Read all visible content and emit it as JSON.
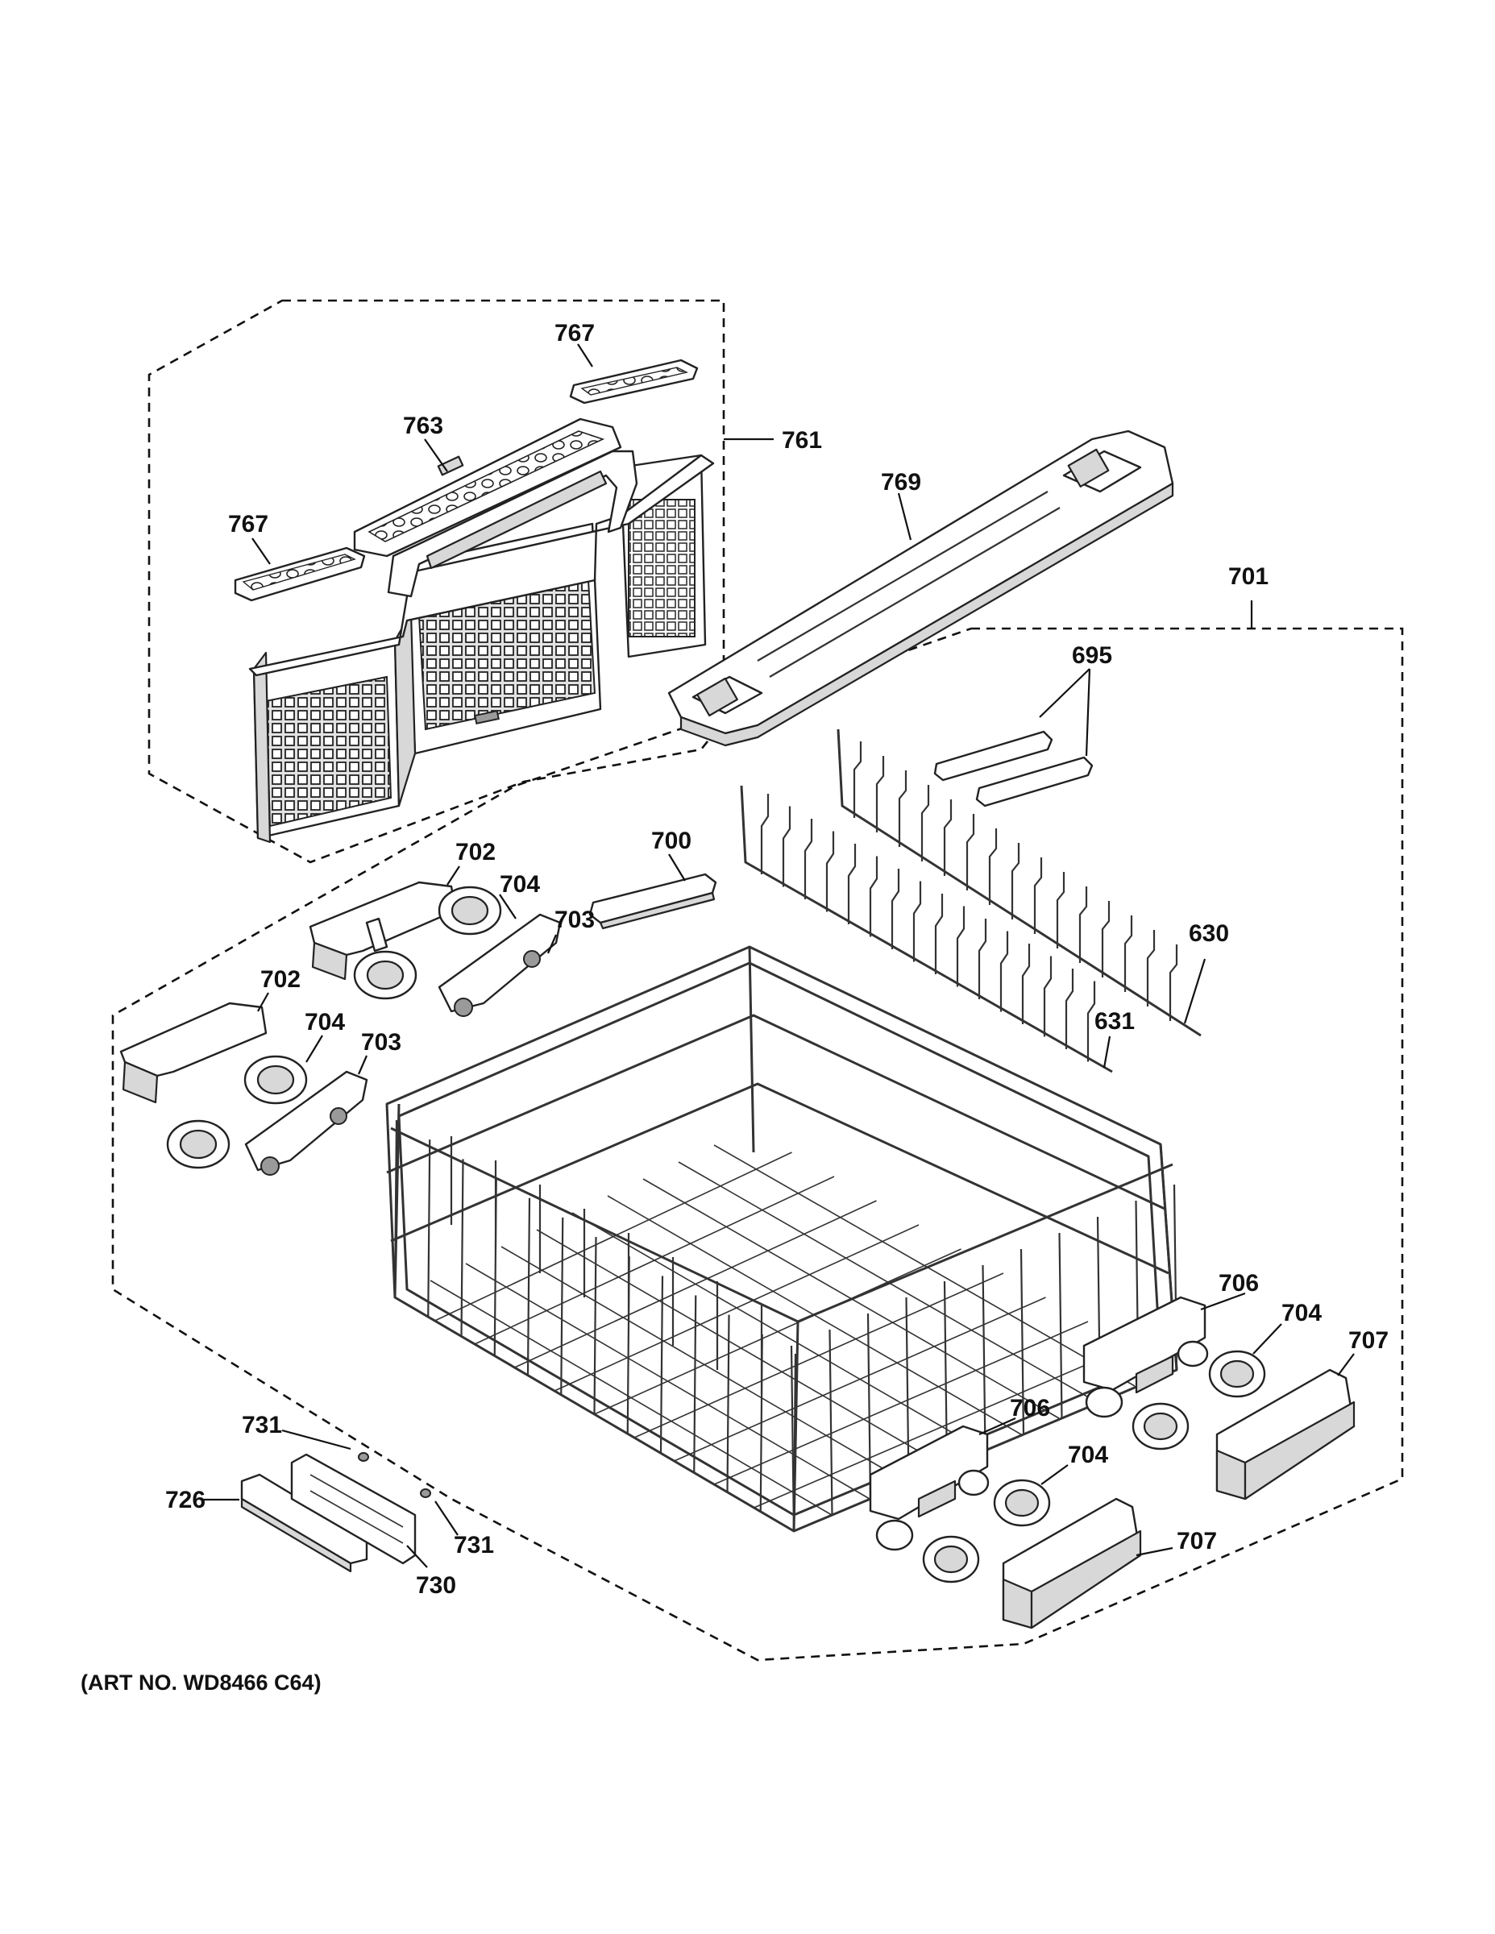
{
  "caption": "(ART NO. WD8466 C64)",
  "callouts": {
    "c767a": "767",
    "c763": "763",
    "c761": "761",
    "c767b": "767",
    "c769": "769",
    "c701": "701",
    "c695": "695",
    "c700": "700",
    "c702a": "702",
    "c704a": "704",
    "c703a": "703",
    "c702b": "702",
    "c704b": "704",
    "c703b": "703",
    "c630": "630",
    "c631": "631",
    "c706a": "706",
    "c704c": "704",
    "c707a": "707",
    "c706b": "706",
    "c704d": "704",
    "c707b": "707",
    "c731a": "731",
    "c726": "726",
    "c731b": "731",
    "c730": "730"
  }
}
